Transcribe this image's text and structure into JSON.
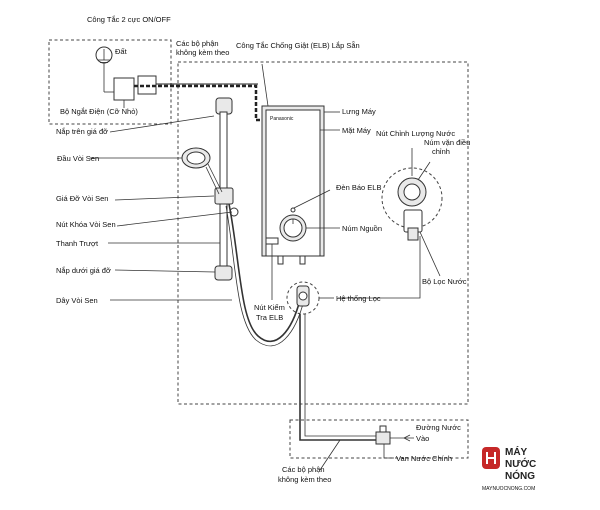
{
  "labels": {
    "switch_2pole": "Công Tắc 2 cực ON/OFF",
    "parts_not_included_top_1": "Các bộ phận",
    "parts_not_included_top_2": "không kèm theo",
    "ground": "Đất",
    "breaker": "Bộ Ngắt Điện (Cỡ Nhỏ)",
    "elb_switch": "Công Tắc Chống Giật (ELB) Lắp Sẵn",
    "top_bracket": "Nắp trên giá đỡ",
    "back_panel": "Lưng Máy",
    "front_panel": "Mặt Máy",
    "flow_knob_1": "Nút Chỉnh Lượng Nước",
    "flow_knob_2": "Núm vặn điều",
    "flow_knob_3": "chỉnh",
    "shower_head": "Đầu Vòi Sen",
    "elb_lamp": "Đèn Báo ELB",
    "shower_holder": "Giá Đỡ Vòi Sen",
    "shower_lock": "Nút Khóa Vòi Sen",
    "power_knob": "Núm Nguồn",
    "slide_bar": "Thanh Trượt",
    "bottom_bracket": "Nắp dưới giá đỡ",
    "water_filter": "Bộ Lọc Nước",
    "shower_hose": "Dây Vòi Sen",
    "filter_system": "Hệ thống Lọc",
    "elb_test_1": "Nút Kiểm",
    "elb_test_2": "Tra ELB",
    "water_inlet_1": "Đường Nước",
    "water_inlet_2": "Vào",
    "parts_not_included_bottom_1": "Các bộ phận",
    "parts_not_included_bottom_2": "không kèm theo",
    "main_valve": "Van Nước Chính",
    "heater_brand": "Panasonic"
  },
  "logo": {
    "line1": "MÁY",
    "line2": "NƯỚC",
    "line3": "NÓNG",
    "url": "MAYNUOCNONG.COM",
    "accent": "#c62828"
  },
  "colors": {
    "line": "#333333",
    "dash": "#444444",
    "accent": "#c62828"
  }
}
